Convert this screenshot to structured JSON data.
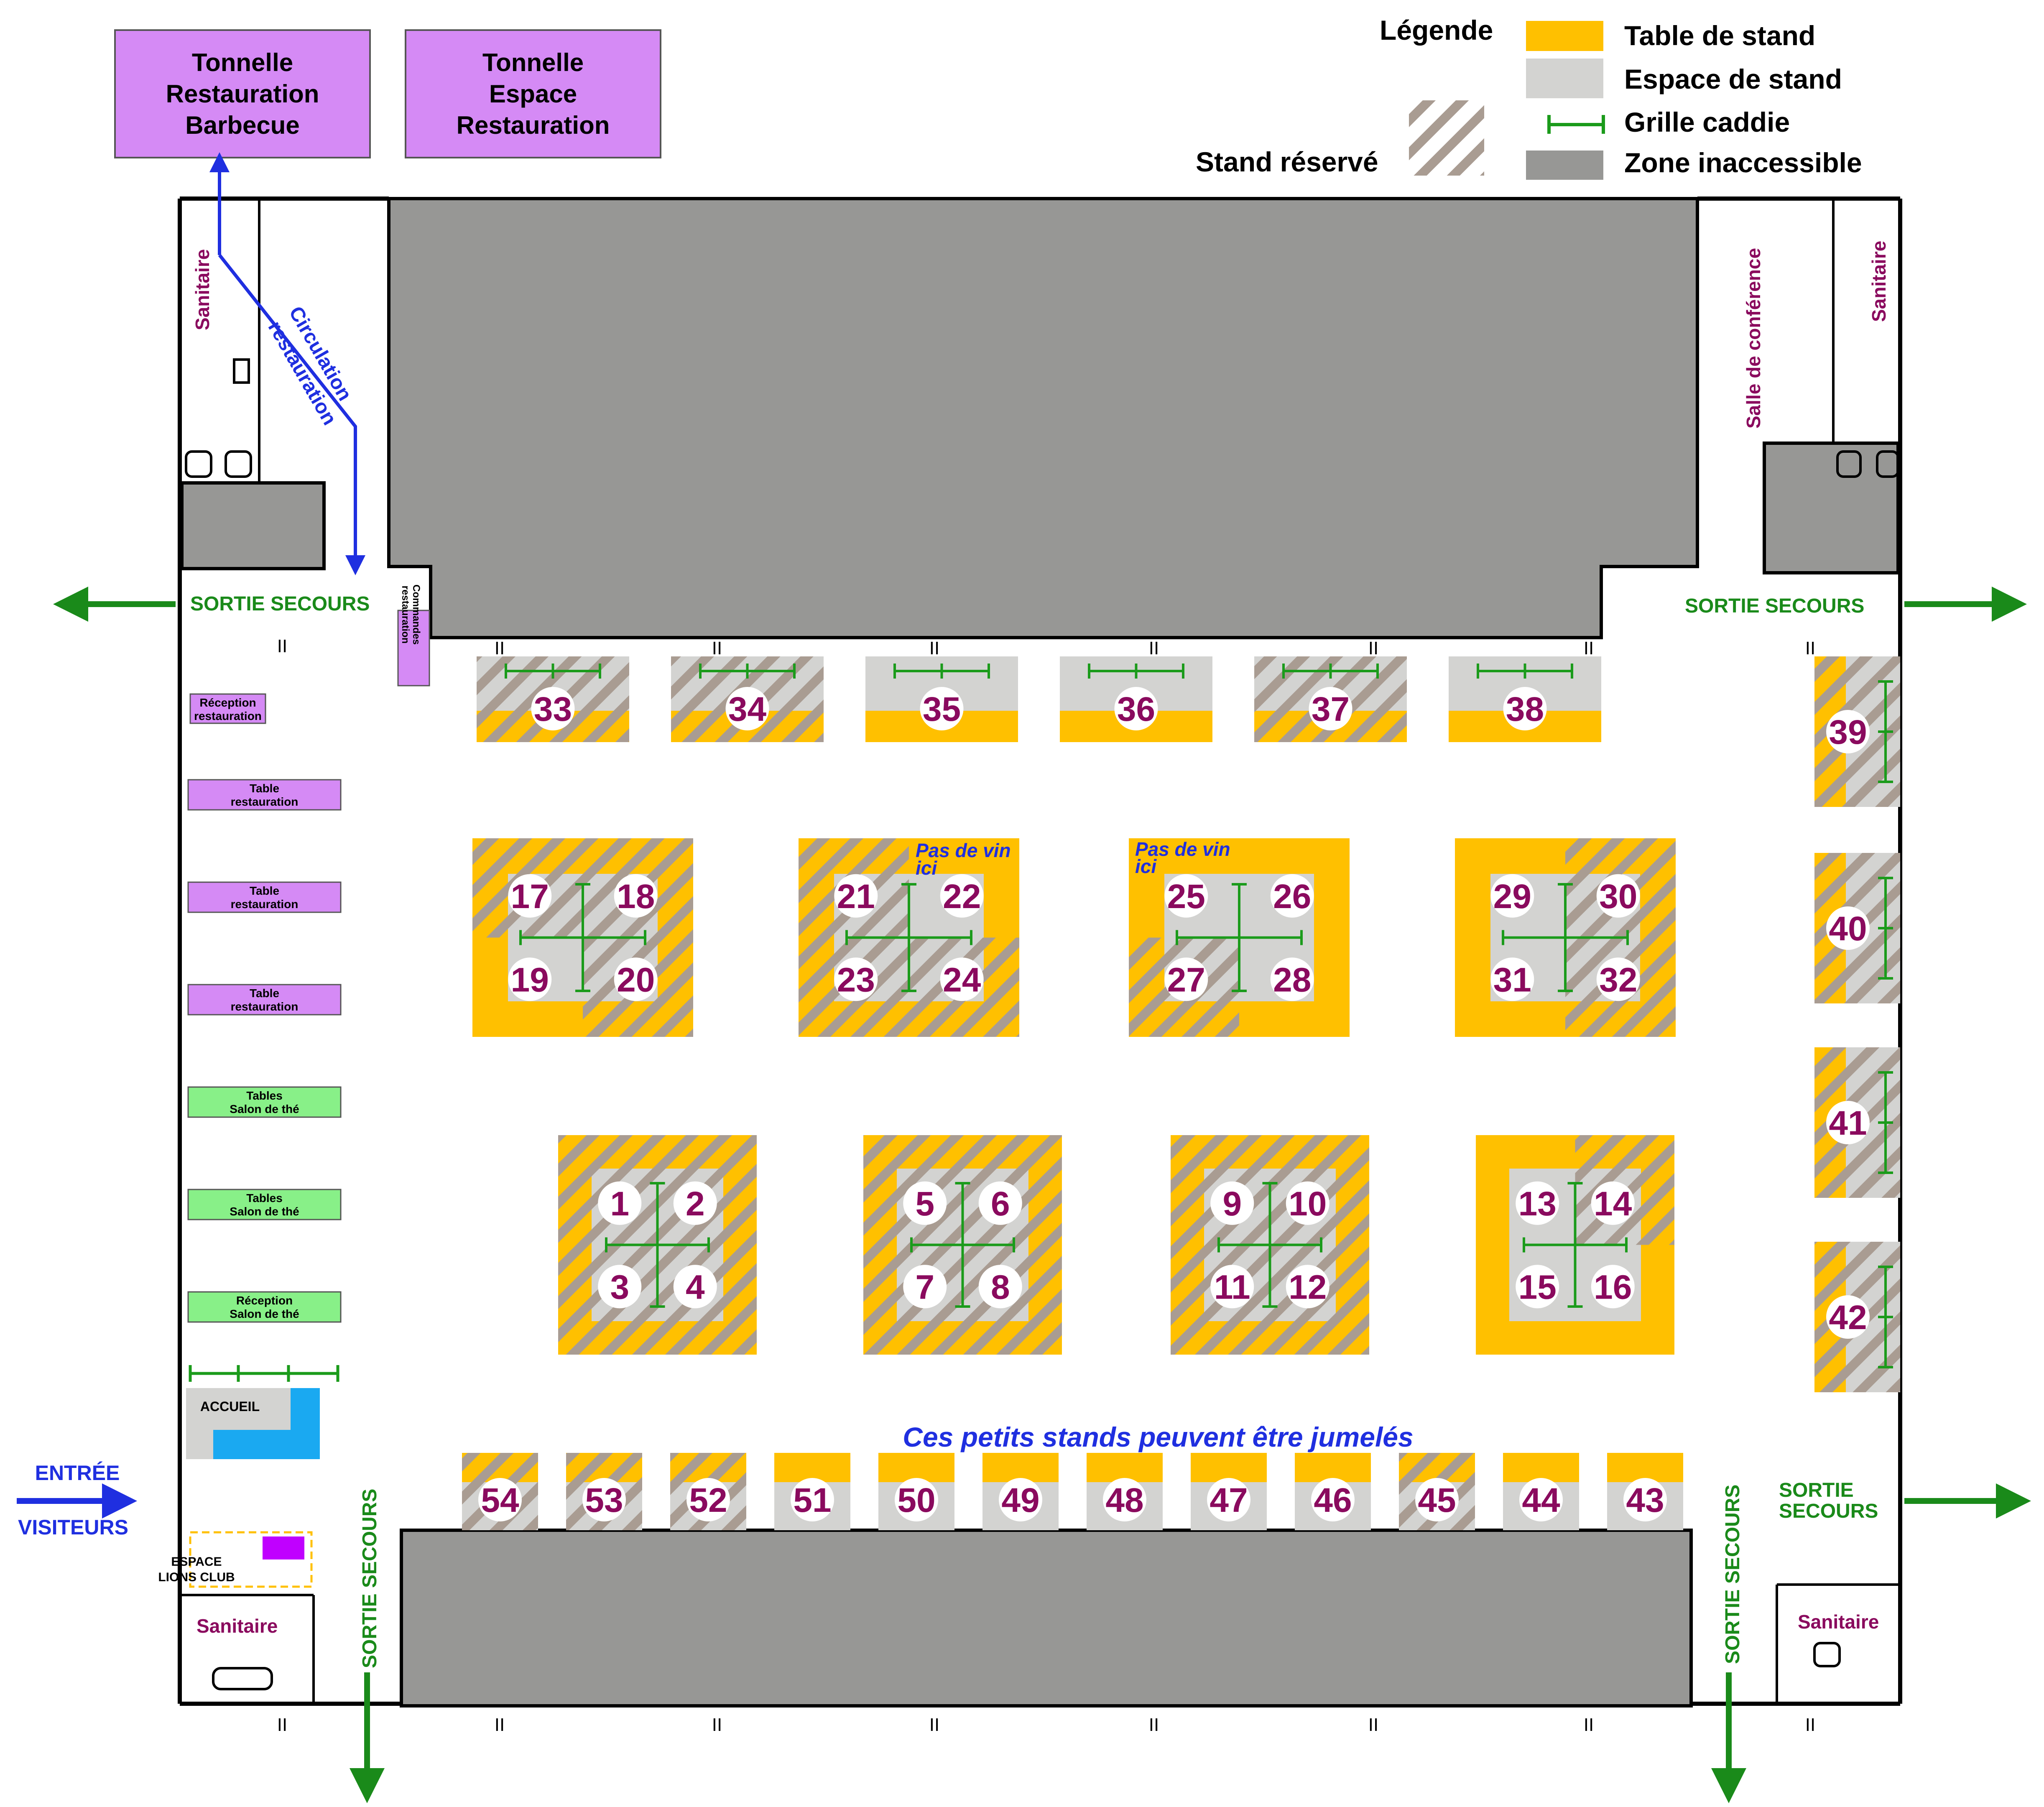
{
  "colors": {
    "table": "#ffc000",
    "space": "#d3d3d1",
    "inaccessible": "#979795",
    "hatch": "#a99c92",
    "caddie": "#1b9b1b",
    "tent": "#d58af5",
    "tea": "#88f088",
    "stand_number": "#8a0a5e",
    "exit": "#1a8a1a",
    "circulation": "#1f2fe0",
    "accueil_blue": "#1aa9f1",
    "lions": "#c000ff"
  },
  "legend": {
    "title": "Légende",
    "table": "Table de stand",
    "space": "Espace de stand",
    "reserved": "Stand réservé",
    "caddie": "Grille caddie",
    "inaccessible": "Zone inaccessible"
  },
  "tents": [
    {
      "line1": "Tonnelle",
      "line2": "Restauration",
      "line3": "Barbecue"
    },
    {
      "line1": "Tonnelle",
      "line2": "Espace",
      "line3": "Restauration"
    }
  ],
  "labels": {
    "sanitaire": "Sanitaire",
    "salle_conference": "Salle de conférence",
    "circulation_1": "Circulation",
    "circulation_2": "restauration",
    "commandes_1": "Commandes",
    "commandes_2": "restauration",
    "sortie_secours": "SORTIE SECOURS",
    "sortie": "SORTIE",
    "secours": "SECOURS",
    "entree": "ENTRÉE",
    "visiteurs": "VISITEURS",
    "accueil": "ACCUEIL",
    "espace_lions_1": "ESPACE",
    "espace_lions_2": "LIONS CLUB",
    "pas_de_vin_1": "Pas de vin",
    "pas_de_vin_2": "ici",
    "petits_stands": "Ces petits stands peuvent être jumelés",
    "door_mark": "II"
  },
  "side_boxes": [
    {
      "line1": "Réception",
      "line2": "restauration"
    },
    {
      "line1": "Table",
      "line2": "restauration"
    },
    {
      "line1": "Table",
      "line2": "restauration"
    },
    {
      "line1": "Table",
      "line2": "restauration"
    },
    {
      "line1": "Tables",
      "line2": "Salon de thé"
    },
    {
      "line1": "Tables",
      "line2": "Salon de thé"
    },
    {
      "line1": "Réception",
      "line2": "Salon de thé"
    }
  ],
  "stands": {
    "top_row": [
      {
        "n": "33",
        "reserved": true
      },
      {
        "n": "34",
        "reserved": true
      },
      {
        "n": "35",
        "reserved": false
      },
      {
        "n": "36",
        "reserved": false
      },
      {
        "n": "37",
        "reserved": true
      },
      {
        "n": "38",
        "reserved": false
      }
    ],
    "right_column": [
      {
        "n": "39",
        "reserved": true
      },
      {
        "n": "40",
        "reserved": true
      },
      {
        "n": "41",
        "reserved": true
      },
      {
        "n": "42",
        "reserved": true
      }
    ],
    "middle_blocks": [
      {
        "stands": [
          {
            "n": "17",
            "reserved": true
          },
          {
            "n": "18",
            "reserved": true
          },
          {
            "n": "19",
            "reserved": false
          },
          {
            "n": "20",
            "reserved": true
          }
        ]
      },
      {
        "stands": [
          {
            "n": "21",
            "reserved": true
          },
          {
            "n": "22",
            "reserved": false
          },
          {
            "n": "23",
            "reserved": true
          },
          {
            "n": "24",
            "reserved": true
          }
        ]
      },
      {
        "stands": [
          {
            "n": "25",
            "reserved": false
          },
          {
            "n": "26",
            "reserved": false
          },
          {
            "n": "27",
            "reserved": true
          },
          {
            "n": "28",
            "reserved": false
          }
        ]
      },
      {
        "stands": [
          {
            "n": "29",
            "reserved": false
          },
          {
            "n": "30",
            "reserved": true
          },
          {
            "n": "31",
            "reserved": false
          },
          {
            "n": "32",
            "reserved": true
          }
        ]
      }
    ],
    "lower_blocks": [
      {
        "stands": [
          {
            "n": "1",
            "reserved": true
          },
          {
            "n": "2",
            "reserved": true
          },
          {
            "n": "3",
            "reserved": true
          },
          {
            "n": "4",
            "reserved": true
          }
        ]
      },
      {
        "stands": [
          {
            "n": "5",
            "reserved": true
          },
          {
            "n": "6",
            "reserved": true
          },
          {
            "n": "7",
            "reserved": true
          },
          {
            "n": "8",
            "reserved": true
          }
        ]
      },
      {
        "stands": [
          {
            "n": "9",
            "reserved": true
          },
          {
            "n": "10",
            "reserved": true
          },
          {
            "n": "11",
            "reserved": true
          },
          {
            "n": "12",
            "reserved": true
          }
        ]
      },
      {
        "stands": [
          {
            "n": "13",
            "reserved": false
          },
          {
            "n": "14",
            "reserved": true
          },
          {
            "n": "15",
            "reserved": false
          },
          {
            "n": "16",
            "reserved": false
          }
        ]
      }
    ],
    "bottom_row": [
      {
        "n": "54",
        "reserved": true
      },
      {
        "n": "53",
        "reserved": true
      },
      {
        "n": "52",
        "reserved": true
      },
      {
        "n": "51",
        "reserved": false
      },
      {
        "n": "50",
        "reserved": false
      },
      {
        "n": "49",
        "reserved": false
      },
      {
        "n": "48",
        "reserved": false
      },
      {
        "n": "47",
        "reserved": false
      },
      {
        "n": "46",
        "reserved": false
      },
      {
        "n": "45",
        "reserved": true
      },
      {
        "n": "44",
        "reserved": false
      },
      {
        "n": "43",
        "reserved": false
      }
    ]
  }
}
